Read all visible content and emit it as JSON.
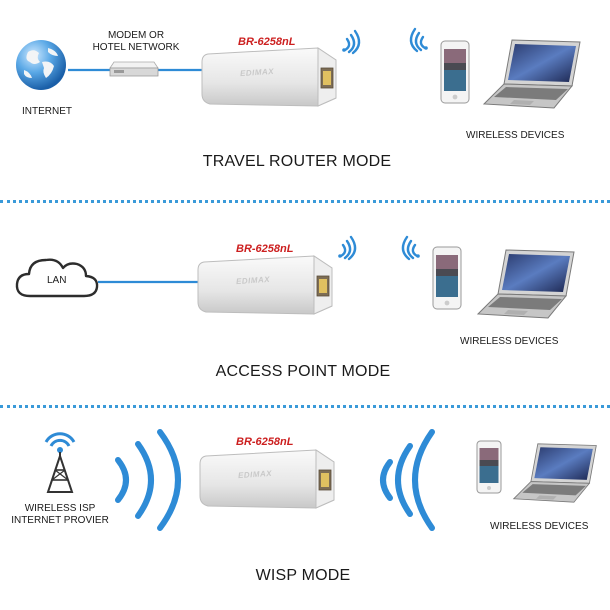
{
  "sections": [
    {
      "mode_title": "TRAVEL ROUTER MODE",
      "model": "BR-6258nL",
      "router_brand": "EDIMAX",
      "source_label": "INTERNET",
      "intermediate_label_line1": "MODEM or",
      "intermediate_label_line2": "HOTEL NETWORK",
      "devices_label": "WIRELESS DEVICES"
    },
    {
      "mode_title": "ACCESS POINT MODE",
      "model": "BR-6258nL",
      "router_brand": "EDIMAX",
      "cloud_label": "LAN",
      "devices_label": "WIRELESS DEVICES"
    },
    {
      "mode_title": "WISP MODE",
      "model": "BR-6258nL",
      "router_brand": "EDIMAX",
      "source_label_line1": "WIRELESS ISP",
      "source_label_line2": "INTERNET PROVIER",
      "devices_label": "WIRELESS DEVICES"
    }
  ],
  "colors": {
    "wifi_blue": "#2e8bd6",
    "link_blue": "#2e8bd6",
    "model_red": "#cc1f1f",
    "divider_blue": "#3a9ad9"
  }
}
